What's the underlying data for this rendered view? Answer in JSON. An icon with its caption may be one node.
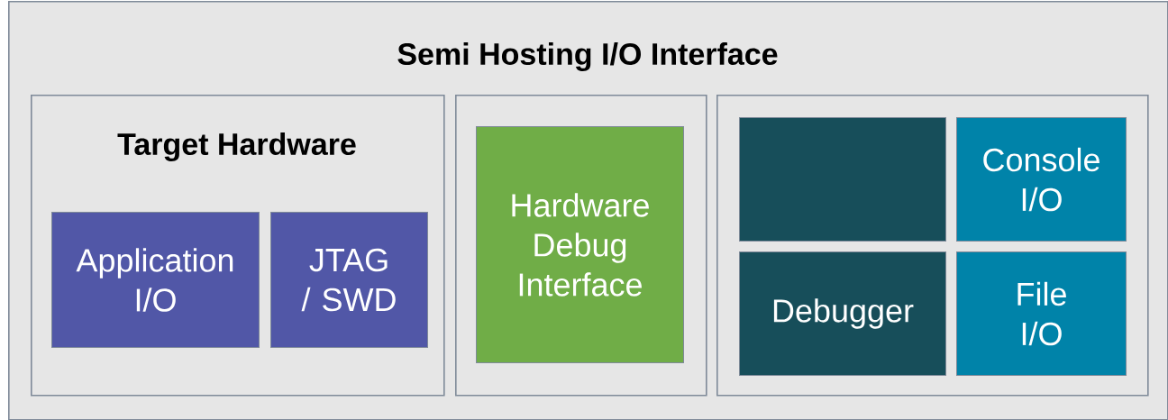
{
  "diagram": {
    "nodes": [
      {
        "text": [
          "Semi Hosting I/O Interface"
        ]
      },
      {
        "text": [
          "Target Hardware"
        ],
        "in": 0
      },
      {
        "text": [
          "Application I/O"
        ],
        "in": 1
      },
      {
        "text": [
          "JTAG / SWD"
        ],
        "in": 1
      },
      {
        "text": [],
        "shape": "box",
        "in": 0
      },
      {
        "text": [
          "Hardware Debug Interface"
        ],
        "in": 4
      },
      {
        "text": [],
        "shape": "box",
        "in": 0
      },
      {
        "text": [],
        "shape": "box",
        "in": 6
      },
      {
        "text": [
          "Console I/O"
        ],
        "in": 6
      },
      {
        "text": [
          "Debugger"
        ],
        "in": 6
      },
      {
        "text": [
          "File I/O"
        ],
        "in": 6
      }
    ]
  }
}
